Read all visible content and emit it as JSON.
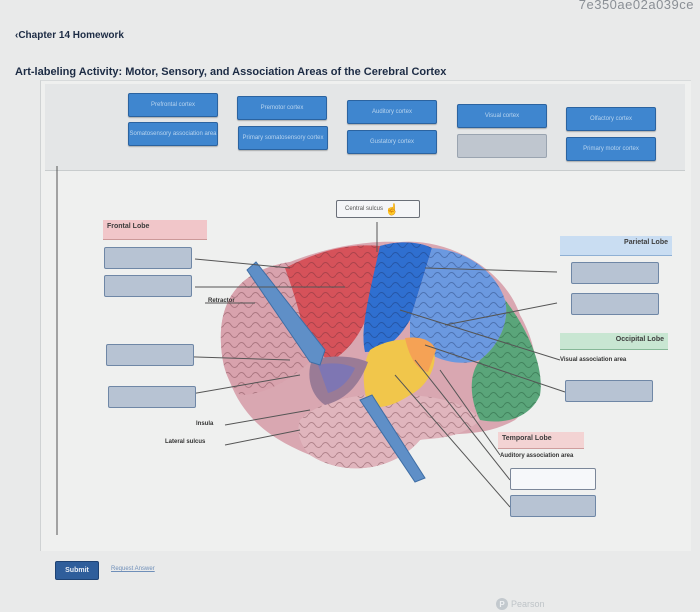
{
  "header": {
    "corner_text": "7e350ae02a039ce",
    "back_link": "‹Chapter 14 Homework",
    "title": "Art-labeling Activity: Motor, Sensory, and Association Areas of the Cerebral Cortex"
  },
  "label_bank": [
    "Prefrontal cortex",
    "Premotor cortex",
    "Auditory cortex",
    "Visual cortex",
    "Olfactory cortex",
    "Somatosensory association area",
    "Primary somatosensory cortex",
    "Gustatory cortex",
    "",
    "Primary motor cortex"
  ],
  "diagram": {
    "central_sulcus": "Central sulcus",
    "frontal_lobe": "Frontal Lobe",
    "parietal_lobe": "Parietal Lobe",
    "occipital_lobe": "Occipital Lobe",
    "visual_association_area": "Visual association area",
    "temporal_lobe": "Temporal Lobe",
    "auditory_association_area": "Auditory association area",
    "retractor": "Retractor",
    "insula": "Insula",
    "lateral_sulcus": "Lateral sulcus"
  },
  "footer": {
    "submit": "Submit",
    "request_answer": "Request Answer",
    "pearson": "Pearson"
  },
  "colors": {
    "tile_blue": "#3f86cf",
    "frontal_label_bg": "#f1c6c9",
    "parietal_label_bg": "#c9ddf2",
    "occipital_label_bg": "#c8e6d2",
    "temporal_label_bg": "#f3d3d3"
  }
}
